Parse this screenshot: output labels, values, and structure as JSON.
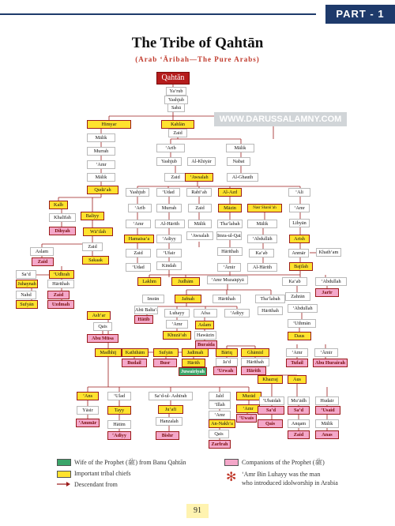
{
  "header": {
    "part_label": "PART - 1"
  },
  "title": "The Tribe of Qahtān",
  "subtitle": "(Arab ‘Āribah—The Pure Arabs)",
  "watermark": "WWW.DARUSSALAMNY.COM",
  "colors": {
    "line": "#9b1b1b",
    "wife": "#3aa66a",
    "chief": "#ffe22e",
    "companion": "#f4a7c9",
    "root": "#b51c1c"
  },
  "nodes": [
    {
      "id": "qahtan",
      "label": "Qahtān",
      "t": "big"
    },
    {
      "id": "yarub",
      "label": "Ya‘rub",
      "t": "g"
    },
    {
      "id": "yashjub1",
      "label": "Yashjub",
      "t": "g"
    },
    {
      "id": "saba",
      "label": "Sabā",
      "t": "g"
    },
    {
      "id": "himyar",
      "label": "Himyar",
      "t": "y"
    },
    {
      "id": "kahlan",
      "label": "Kahlān",
      "t": "y"
    },
    {
      "id": "zaid1",
      "label": "Zaid",
      "t": "g"
    },
    {
      "id": "malik1",
      "label": "Mālik",
      "t": "g"
    },
    {
      "id": "murrah1",
      "label": "Murrah",
      "t": "g"
    },
    {
      "id": "amr1",
      "label": "‘Amr",
      "t": "g"
    },
    {
      "id": "malik2",
      "label": "Mālik",
      "t": "g"
    },
    {
      "id": "qudaah",
      "label": "Qudā‘ah",
      "t": "y"
    },
    {
      "id": "arib",
      "label": "‘Arīb",
      "t": "g"
    },
    {
      "id": "malik3",
      "label": "Mālik",
      "t": "g"
    },
    {
      "id": "yashjub2",
      "label": "Yashjub",
      "t": "g"
    },
    {
      "id": "alkhiyar",
      "label": "Al-Khiyār",
      "t": "g"
    },
    {
      "id": "nabat",
      "label": "Nabat",
      "t": "g"
    },
    {
      "id": "zaid2",
      "label": "Zaid",
      "t": "g"
    },
    {
      "id": "awsalah",
      "label": "‘Awsalah",
      "t": "y"
    },
    {
      "id": "alghauth",
      "label": "Al-Ghauth",
      "t": "g"
    },
    {
      "id": "kalb",
      "label": "Kalb",
      "t": "y"
    },
    {
      "id": "yashjub3",
      "label": "Yashjub",
      "t": "g"
    },
    {
      "id": "udad",
      "label": "‘Udad",
      "t": "g"
    },
    {
      "id": "rabiah",
      "label": "Rabī‘ah",
      "t": "g"
    },
    {
      "id": "alazd",
      "label": "Al-Azd",
      "t": "y"
    },
    {
      "id": "ali",
      "label": "‘Ali",
      "t": "g"
    },
    {
      "id": "khalifah",
      "label": "Khalīfah",
      "t": "g"
    },
    {
      "id": "baliyy",
      "label": "Baliyy",
      "t": "y"
    },
    {
      "id": "arib2",
      "label": "‘Arīb",
      "t": "g"
    },
    {
      "id": "murrah2",
      "label": "Murrah",
      "t": "g"
    },
    {
      "id": "zaid3",
      "label": "Zaid",
      "t": "g"
    },
    {
      "id": "mazin",
      "label": "Māzin",
      "t": "y"
    },
    {
      "id": "nasr",
      "label": "Nasr Shanū’ah",
      "t": "y"
    },
    {
      "id": "amr2",
      "label": "‘Amr",
      "t": "g"
    },
    {
      "id": "dihyah",
      "label": "Dihyah",
      "t": "p"
    },
    {
      "id": "wailah",
      "label": "Wā’ilah",
      "t": "y"
    },
    {
      "id": "amr3",
      "label": "‘Amr",
      "t": "g"
    },
    {
      "id": "alharith1",
      "label": "Al-Hārith",
      "t": "g"
    },
    {
      "id": "malik4",
      "label": "Mālik",
      "t": "g"
    },
    {
      "id": "thalabah1",
      "label": "Tha‘labah",
      "t": "g"
    },
    {
      "id": "malik5",
      "label": "Mālik",
      "t": "g"
    },
    {
      "id": "lihyan",
      "label": "Lihyān",
      "t": "g"
    },
    {
      "id": "aslam1",
      "label": "Aslam",
      "t": "g"
    },
    {
      "id": "zaid4",
      "label": "Zaid",
      "t": "g"
    },
    {
      "id": "hamaisa",
      "label": "Hamaisa‘a",
      "t": "y"
    },
    {
      "id": "adiyy1",
      "label": "‘Adiyy",
      "t": "g"
    },
    {
      "id": "awsalah2",
      "label": "‘Awsalah",
      "t": "g"
    },
    {
      "id": "hamdan",
      "label": "Hamdān",
      "t": "g"
    },
    {
      "id": "imranqais",
      "label": "Imra-ul-Qais",
      "t": "g"
    },
    {
      "id": "abdullah1",
      "label": "‘Abdullāh",
      "t": "g"
    },
    {
      "id": "arish",
      "label": "Arish",
      "t": "y"
    },
    {
      "id": "zaid5",
      "label": "Zaid",
      "t": "p"
    },
    {
      "id": "sakaak",
      "label": "Sakaak",
      "t": "y"
    },
    {
      "id": "zaid6",
      "label": "Zaid",
      "t": "g"
    },
    {
      "id": "ufair",
      "label": "‘Ufair",
      "t": "g"
    },
    {
      "id": "harithah1",
      "label": "Hārithah",
      "t": "g"
    },
    {
      "id": "kaab1",
      "label": "Ka‘ab",
      "t": "g"
    },
    {
      "id": "ammar1",
      "label": "Anmār",
      "t": "g"
    },
    {
      "id": "khatham",
      "label": "Khath‘am",
      "t": "g"
    },
    {
      "id": "udad2",
      "label": "‘Udad",
      "t": "g"
    },
    {
      "id": "kindah",
      "label": "Kindah",
      "t": "g"
    },
    {
      "id": "amir1",
      "label": "‘Āmir",
      "t": "g"
    },
    {
      "id": "alharith2",
      "label": "Al-Hārith",
      "t": "g"
    },
    {
      "id": "bajilah",
      "label": "Bajīlah",
      "t": "y"
    },
    {
      "id": "said",
      "label": "Sa‘d",
      "t": "g"
    },
    {
      "id": "udhrah",
      "label": "‘Udhrah",
      "t": "y"
    },
    {
      "id": "juhaynah",
      "label": "Juhaynah",
      "t": "y"
    },
    {
      "id": "harithah2",
      "label": "Hārithah",
      "t": "g"
    },
    {
      "id": "zaid7",
      "label": "Zaid",
      "t": "p"
    },
    {
      "id": "nahd",
      "label": "Nahd",
      "t": "g"
    },
    {
      "id": "sufyan",
      "label": "Sufyān",
      "t": "y"
    },
    {
      "id": "uzdmah",
      "label": "Uzdmah",
      "t": "p"
    },
    {
      "id": "lakhm",
      "label": "Lakhm",
      "t": "y"
    },
    {
      "id": "judham",
      "label": "Judhām",
      "t": "y"
    },
    {
      "id": "amrmuz",
      "label": "‘Amr Muzaiqiyā",
      "t": "g"
    },
    {
      "id": "kaab2",
      "label": "Ka‘ab",
      "t": "g"
    },
    {
      "id": "abdullah2",
      "label": "‘Abdullah",
      "t": "g"
    },
    {
      "id": "imran",
      "label": "Imrān",
      "t": "g"
    },
    {
      "id": "jafnah",
      "label": "Jafnah",
      "t": "y"
    },
    {
      "id": "harithah3",
      "label": "Hārithah",
      "t": "g"
    },
    {
      "id": "thalabah2",
      "label": "Tha‘labah",
      "t": "g"
    },
    {
      "id": "zahran",
      "label": "Zahrān",
      "t": "g"
    },
    {
      "id": "jarir",
      "label": "Jarīr",
      "t": "p"
    },
    {
      "id": "abubalaah",
      "label": "Abū Balta‘ah",
      "t": "g"
    },
    {
      "id": "luhayy",
      "label": "Luhayy",
      "t": "g"
    },
    {
      "id": "afsa",
      "label": "Afsa",
      "t": "g"
    },
    {
      "id": "adiyy2",
      "label": "‘Adiyy",
      "t": "g"
    },
    {
      "id": "harithah4",
      "label": "Hārithah",
      "t": "g"
    },
    {
      "id": "abdullah3",
      "label": "‘Abdullah",
      "t": "g"
    },
    {
      "id": "ashar",
      "label": "Ash‘ar",
      "t": "y"
    },
    {
      "id": "hatib",
      "label": "Hātib",
      "t": "p"
    },
    {
      "id": "amr4",
      "label": "‘Amr",
      "t": "g"
    },
    {
      "id": "aslam2",
      "label": "Aslam",
      "t": "y"
    },
    {
      "id": "uthman",
      "label": "‘Uthmān",
      "t": "g"
    },
    {
      "id": "qais",
      "label": "Qais",
      "t": "g"
    },
    {
      "id": "khuzaah",
      "label": "Khuzā‘ah",
      "t": "y"
    },
    {
      "id": "hawazin",
      "label": "Hawāzin",
      "t": "g"
    },
    {
      "id": "daus",
      "label": "Daus",
      "t": "y"
    },
    {
      "id": "abumusa",
      "label": "Abu Mūsa",
      "t": "p"
    },
    {
      "id": "buraida",
      "label": "Buraida",
      "t": "p"
    },
    {
      "id": "madhhij",
      "label": "Madhhij",
      "t": "y"
    },
    {
      "id": "kaththam",
      "label": "Kaththām",
      "t": "y"
    },
    {
      "id": "sufyan2",
      "label": "Sufyān",
      "t": "y"
    },
    {
      "id": "jadimah",
      "label": "Jadimah",
      "t": "y"
    },
    {
      "id": "bariq",
      "label": "Bāriq",
      "t": "y"
    },
    {
      "id": "ghamid",
      "label": "Ghāmid",
      "t": "y"
    },
    {
      "id": "amr5",
      "label": "‘Amr",
      "t": "g"
    },
    {
      "id": "amir2",
      "label": "‘Āmir",
      "t": "g"
    },
    {
      "id": "budail",
      "label": "Budail",
      "t": "p"
    },
    {
      "id": "busr",
      "label": "Busr",
      "t": "p"
    },
    {
      "id": "harith",
      "label": "Hārith",
      "t": "y"
    },
    {
      "id": "jad",
      "label": "Ja‘d",
      "t": "g"
    },
    {
      "id": "harithah5",
      "label": "Hārithah",
      "t": "g"
    },
    {
      "id": "tufail",
      "label": "Tufail",
      "t": "p"
    },
    {
      "id": "abuhurairah",
      "label": "Abu Hurairah",
      "t": "p"
    },
    {
      "id": "juwairiyah",
      "label": "Juwairiyah",
      "t": "w"
    },
    {
      "id": "urwah",
      "label": "‘Urwah",
      "t": "p"
    },
    {
      "id": "harith2",
      "label": "Hārith",
      "t": "p"
    },
    {
      "id": "khazraj",
      "label": "Khazraj",
      "t": "y"
    },
    {
      "id": "aus",
      "label": "Aus",
      "t": "y"
    },
    {
      "id": "ans",
      "label": "‘Ans",
      "t": "y"
    },
    {
      "id": "ulad",
      "label": "‘Ulad",
      "t": "g"
    },
    {
      "id": "sadal",
      "label": "Sa‘d-ul- Ashīrah",
      "t": "g"
    },
    {
      "id": "jald",
      "label": "Jald",
      "t": "g"
    },
    {
      "id": "murad",
      "label": "Murād",
      "t": "y"
    },
    {
      "id": "ubaidah",
      "label": "‘Ubaidah",
      "t": "g"
    },
    {
      "id": "muadh",
      "label": "Mu‘ādh",
      "t": "g"
    },
    {
      "id": "hudair",
      "label": "Hudair",
      "t": "g"
    },
    {
      "id": "yasir",
      "label": "Yāsir",
      "t": "g"
    },
    {
      "id": "tayy",
      "label": "Tayy",
      "t": "y"
    },
    {
      "id": "jufi",
      "label": "Ju‘afī",
      "t": "y"
    },
    {
      "id": "illah",
      "label": "‘Illah",
      "t": "g"
    },
    {
      "id": "amr6",
      "label": "‘Amr",
      "t": "y"
    },
    {
      "id": "sad1",
      "label": "Sa‘d",
      "t": "p"
    },
    {
      "id": "sad2",
      "label": "Sa‘d",
      "t": "p"
    },
    {
      "id": "usaid",
      "label": "‘Usaid",
      "t": "p"
    },
    {
      "id": "ammar",
      "label": "‘Ammār",
      "t": "p"
    },
    {
      "id": "hatim",
      "label": "Hātim",
      "t": "g"
    },
    {
      "id": "hanzalah",
      "label": "Hanzalah",
      "t": "g"
    },
    {
      "id": "amr7",
      "label": "‘Amr",
      "t": "g"
    },
    {
      "id": "uwais",
      "label": "‘Uwais",
      "t": "p"
    },
    {
      "id": "qais2",
      "label": "Qais",
      "t": "p"
    },
    {
      "id": "anqam",
      "label": "Anqam",
      "t": "g"
    },
    {
      "id": "malik6",
      "label": "Mālik",
      "t": "g"
    },
    {
      "id": "adiyy3",
      "label": "‘Adiyy",
      "t": "p"
    },
    {
      "id": "bishr",
      "label": "Bishr",
      "t": "p"
    },
    {
      "id": "annakha",
      "label": "An-Nakh‘a",
      "t": "y"
    },
    {
      "id": "qais3",
      "label": "Qais",
      "t": "g"
    },
    {
      "id": "zaid8",
      "label": "Zaid",
      "t": "p"
    },
    {
      "id": "anas",
      "label": "Anas",
      "t": "p"
    },
    {
      "id": "zarlrah",
      "label": "Zarlrah",
      "t": "p"
    }
  ],
  "legend": {
    "wife": "Wife of the Prophet (ﷺ) from Banu Qahtān",
    "chiefs": "Important tribal chiefs",
    "descendant": "Descendant from",
    "companions": "Companions of the Prophet (ﷺ)",
    "note_line1": "‘Amr Bin Luhayy was the man",
    "note_line2": "who introduced idolworship in Arabia"
  },
  "page_number": "91"
}
